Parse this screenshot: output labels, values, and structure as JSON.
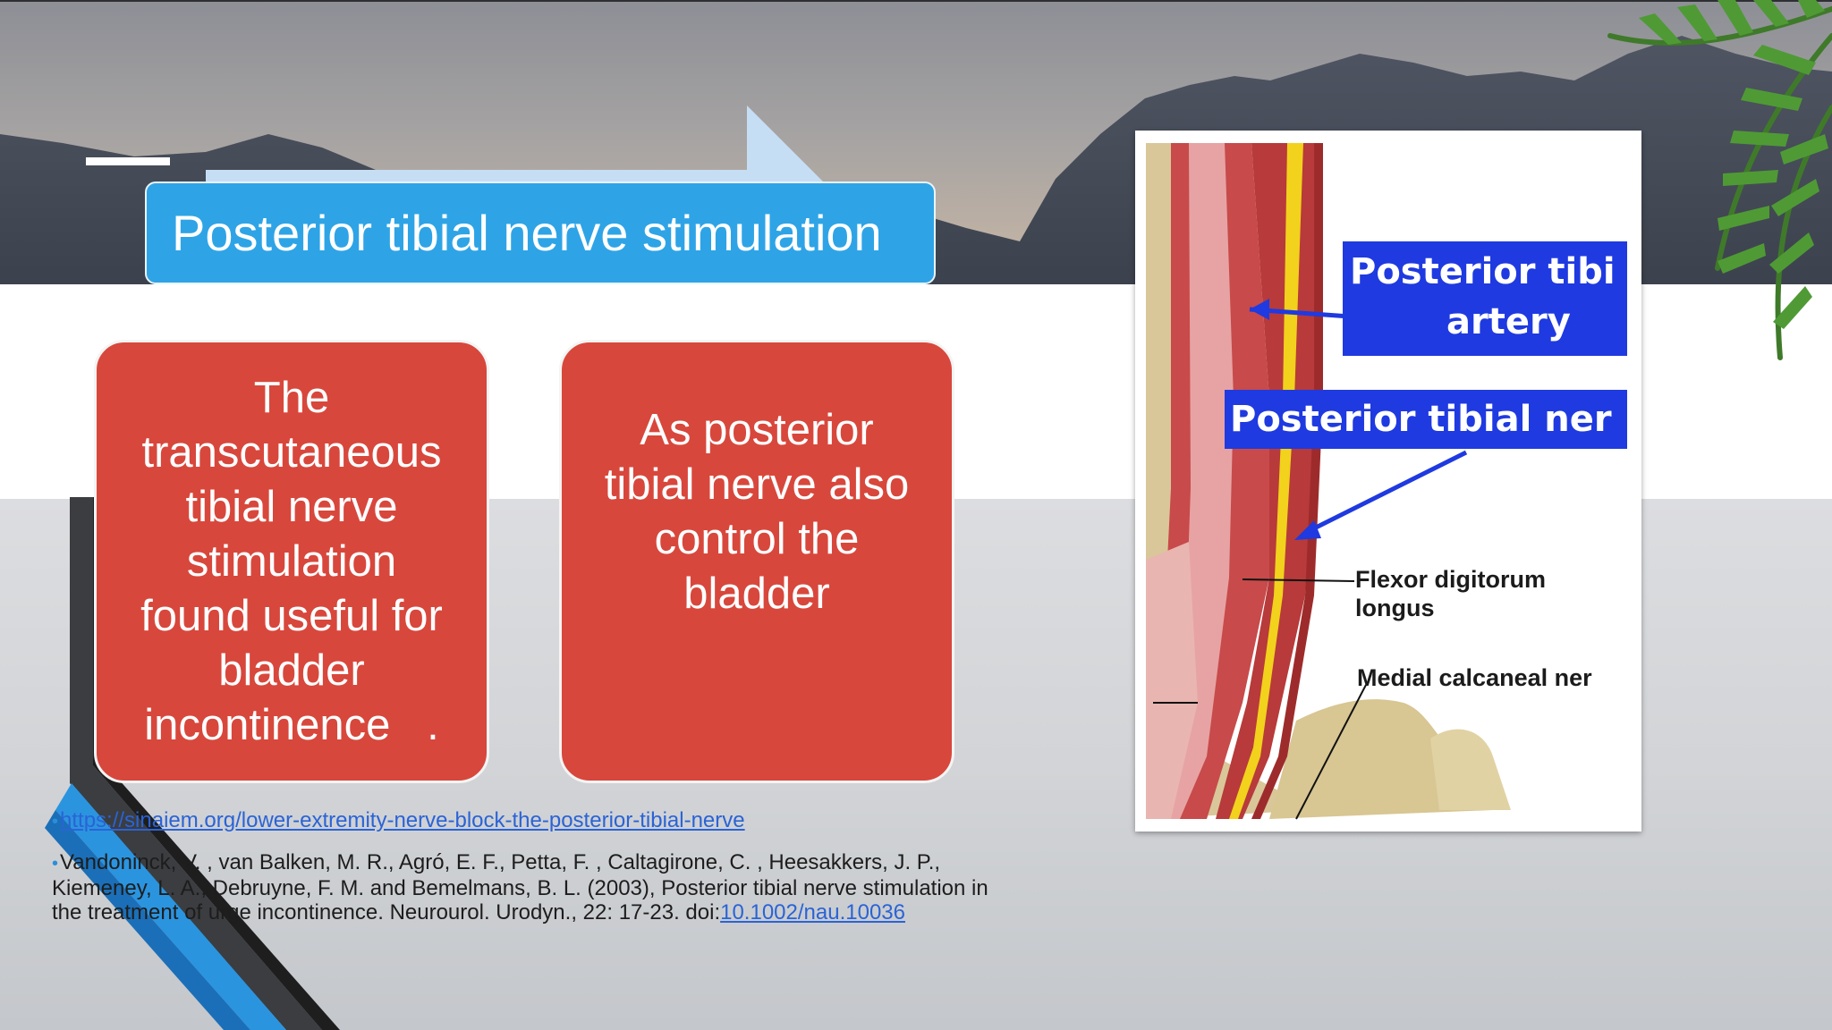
{
  "slide": {
    "title": "Posterior tibial nerve stimulation",
    "cards": [
      {
        "lines": [
          "The",
          "transcutaneous",
          "tibial nerve",
          "stimulation",
          "found useful for",
          "bladder",
          "incontinence   ."
        ]
      },
      {
        "lines": [
          "As posterior",
          "tibial nerve also",
          "control the",
          "bladder"
        ]
      }
    ],
    "references": [
      {
        "bullet": "•",
        "link": "https://sinaiem.org/lower-extremity-nerve-block-the-posterior-tibial-nerve"
      },
      {
        "bullet": "•",
        "text": "Vandoninck, V. , van Balken, M. R., Agró, E. F., Petta, F. , Caltagirone, C. , Heesakkers, J. P., Kiemeney, L. A., Debruyne, F. M. and Bemelmans, B. L. (2003), Posterior tibial nerve stimulation in the treatment of urge incontinence. Neurourol. Urodyn., 22: 17-23. doi:",
        "doi_link": "10.1002/nau.10036"
      }
    ]
  },
  "figure": {
    "label_artery_line1": "Posterior tibi",
    "label_artery_line2": "artery",
    "label_nerve": "Posterior tibial ner",
    "label_flexor_line1": "Flexor digitorum",
    "label_flexor_line2": "longus",
    "label_calcaneal": "Medial calcaneal ner"
  },
  "colors": {
    "title_box": "#2ea4e6",
    "card": "#d8473c",
    "link": "#2a63d6",
    "label_box": "#1f3ae0"
  }
}
